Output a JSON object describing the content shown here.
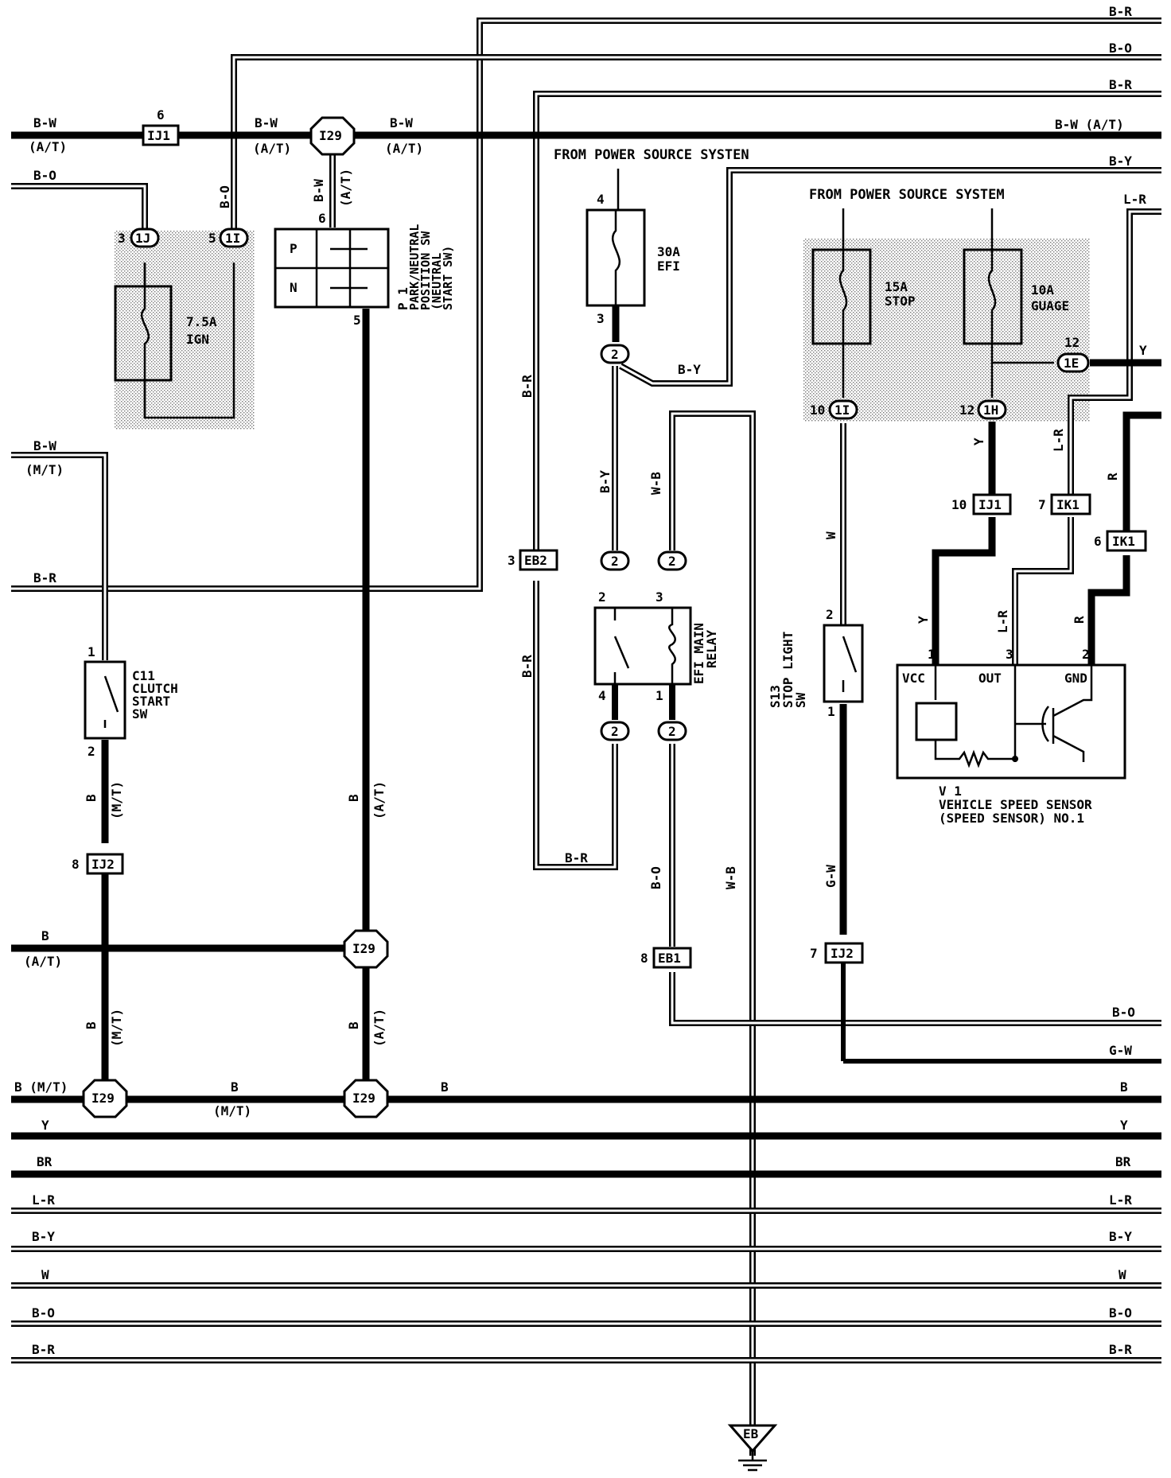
{
  "wire_labels": {
    "br_top": "B-R",
    "bo_top": "B-O",
    "br_2": "B-R",
    "bw_at": "B-W (A/T)",
    "by_top": "B-Y",
    "lr_top": "L-R",
    "bw_left": "B-W",
    "at_left": "(A/T)",
    "bw_mid": "B-W",
    "at_mid": "(A/T)",
    "bw_mid2": "B-W",
    "at_mid2": "(A/T)",
    "bo_left": "B-O",
    "bo_vert": "B-O",
    "bw_vert": "B-W",
    "at_vert": "(A/T)",
    "bw_mt": "B-W",
    "mt_left": "(M/T)",
    "br_left": "B-R",
    "br_vert": "B-R",
    "by_vert": "B-Y",
    "by_diag": "B-Y",
    "wb_vert": "W-B",
    "br_vert2": "B-R",
    "br_bottom": "B-R",
    "bo_vert2": "B-O",
    "wb_vert2": "W-B",
    "w_vert": "W",
    "gw_vert": "G-W",
    "y_right": "Y",
    "y_vert": "Y",
    "lr_vert": "L-R",
    "r_vert": "R",
    "y_vcc": "Y",
    "lr_out": "L-R",
    "r_gnd": "R",
    "b_vert1": "B",
    "mt_vert1": "(M/T)",
    "b_vert2": "B",
    "at_vert2": "(A/T)",
    "b_left": "B",
    "at_left2": "(A/T)",
    "b_vert3": "B",
    "mt_vert3": "(M/T)",
    "b_vert4": "B",
    "at_vert4": "(A/T)",
    "b_mt_bus": "B (M/T)",
    "b_mid": "B",
    "mt_mid": "(M/T)",
    "b_bus": "B",
    "bo_right": "B-O",
    "gw_right": "G-W",
    "b_right": "B",
    "y_bus_l": "Y",
    "y_bus_r": "Y",
    "br_bus_l": "BR",
    "br_bus_r": "BR",
    "lr_bus_l": "L-R",
    "lr_bus_r": "L-R",
    "by_bus_l": "B-Y",
    "by_bus_r": "B-Y",
    "w_bus_l": "W",
    "w_bus_r": "W",
    "bo_bus_l": "B-O",
    "bo_bus_r": "B-O",
    "br_bus2_l": "B-R",
    "br_bus2_r": "B-R"
  },
  "connectors": {
    "ij1_top": "IJ1",
    "ij1_pin": "6",
    "i29_top": "I29",
    "ij2_a": "IJ2",
    "ij2_a_pin": "8",
    "i29_mid": "I29",
    "i29_bl": "I29",
    "i29_br": "I29",
    "eb2": "EB2",
    "eb2_pin": "3",
    "eb1": "EB1",
    "eb1_pin": "8",
    "ij2_b": "IJ2",
    "ij2_b_pin": "7",
    "ij1_b": "IJ1",
    "ij1_b_pin": "10",
    "ik1_a": "IK1",
    "ik1_a_pin": "7",
    "ik1_b": "IK1",
    "ik1_b_pin": "6",
    "c_1j": "1J",
    "c_1j_pin": "3",
    "c_1i": "1I",
    "c_1i_pin": "5",
    "c_2_a": "2",
    "c_2_b": "2",
    "c_2_c": "2",
    "c_2_d": "2",
    "c_2_e": "2",
    "c_1i_b": "1I",
    "c_1i_b_pin": "10",
    "c_1h": "1H",
    "c_1h_pin": "12",
    "c_1e": "1E",
    "c_1e_pin": "12",
    "ground": "EB"
  },
  "components": {
    "fuse_ign": "7.5A",
    "fuse_ign_name": "IGN",
    "pn_p": "P",
    "pn_n": "N",
    "pn_pin_top": "6",
    "pn_pin_bot": "5",
    "pn_id": "P 1",
    "pn_name1": "PARK/NEUTRAL",
    "pn_name2": "POSITION SW",
    "pn_name3": "(NEUTRAL",
    "pn_name4": "START SW)",
    "clutch_id": "C11",
    "clutch_name1": "CLUTCH",
    "clutch_name2": "START",
    "clutch_name3": "SW",
    "clutch_pin1": "1",
    "clutch_pin2": "2",
    "efi_src": "FROM POWER SOURCE SYSTEN",
    "fuse_efi": "30A",
    "fuse_efi_name": "EFI",
    "fuse_efi_pin_top": "4",
    "fuse_efi_pin_bot": "3",
    "relay_name1": "EFI MAIN",
    "relay_name2": "RELAY",
    "relay_pin2": "2",
    "relay_pin3": "3",
    "relay_pin4": "4",
    "relay_pin1": "1",
    "stop_src": "FROM POWER SOURCE SYSTEM",
    "fuse_stop": "15A",
    "fuse_stop_name": "STOP",
    "fuse_gauge": "10A",
    "fuse_gauge_name": "GUAGE",
    "stop_sw_id": "S13",
    "stop_sw_name1": "STOP LIGHT",
    "stop_sw_name2": "SW",
    "stop_sw_pin2": "2",
    "stop_sw_pin1": "1",
    "vss_vcc": "VCC",
    "vss_out": "OUT",
    "vss_gnd": "GND",
    "vss_pin1": "1",
    "vss_pin3": "3",
    "vss_pin2": "2",
    "vss_id": "V 1",
    "vss_name1": "VEHICLE SPEED SENSOR",
    "vss_name2": "(SPEED SENSOR) NO.1"
  }
}
